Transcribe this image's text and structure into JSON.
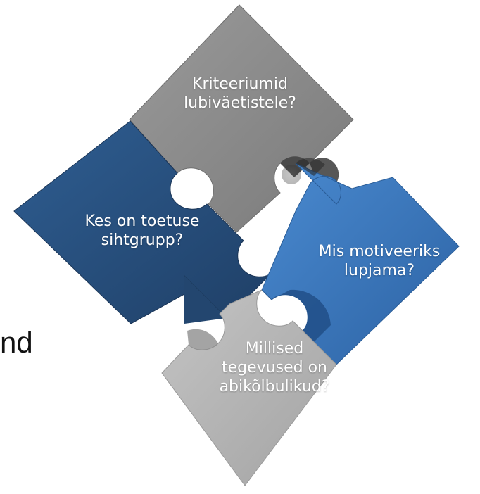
{
  "pieces": {
    "top": {
      "line1": "Kriteeriumid",
      "line2": "lubiväetistele?",
      "color": "#8a8a8a"
    },
    "left": {
      "line1": "Kes on toetuse",
      "line2": "sihtgrupp?",
      "color": "#2d5787"
    },
    "right": {
      "line1": "Mis motiveeriks",
      "line2": "lupjama?",
      "color": "#3b78bd"
    },
    "bottom": {
      "line1": "Millised",
      "line2": "tegevused on",
      "line3": "abikõlbulikud?",
      "color": "#b5b5b5"
    }
  },
  "side_text": "nd"
}
